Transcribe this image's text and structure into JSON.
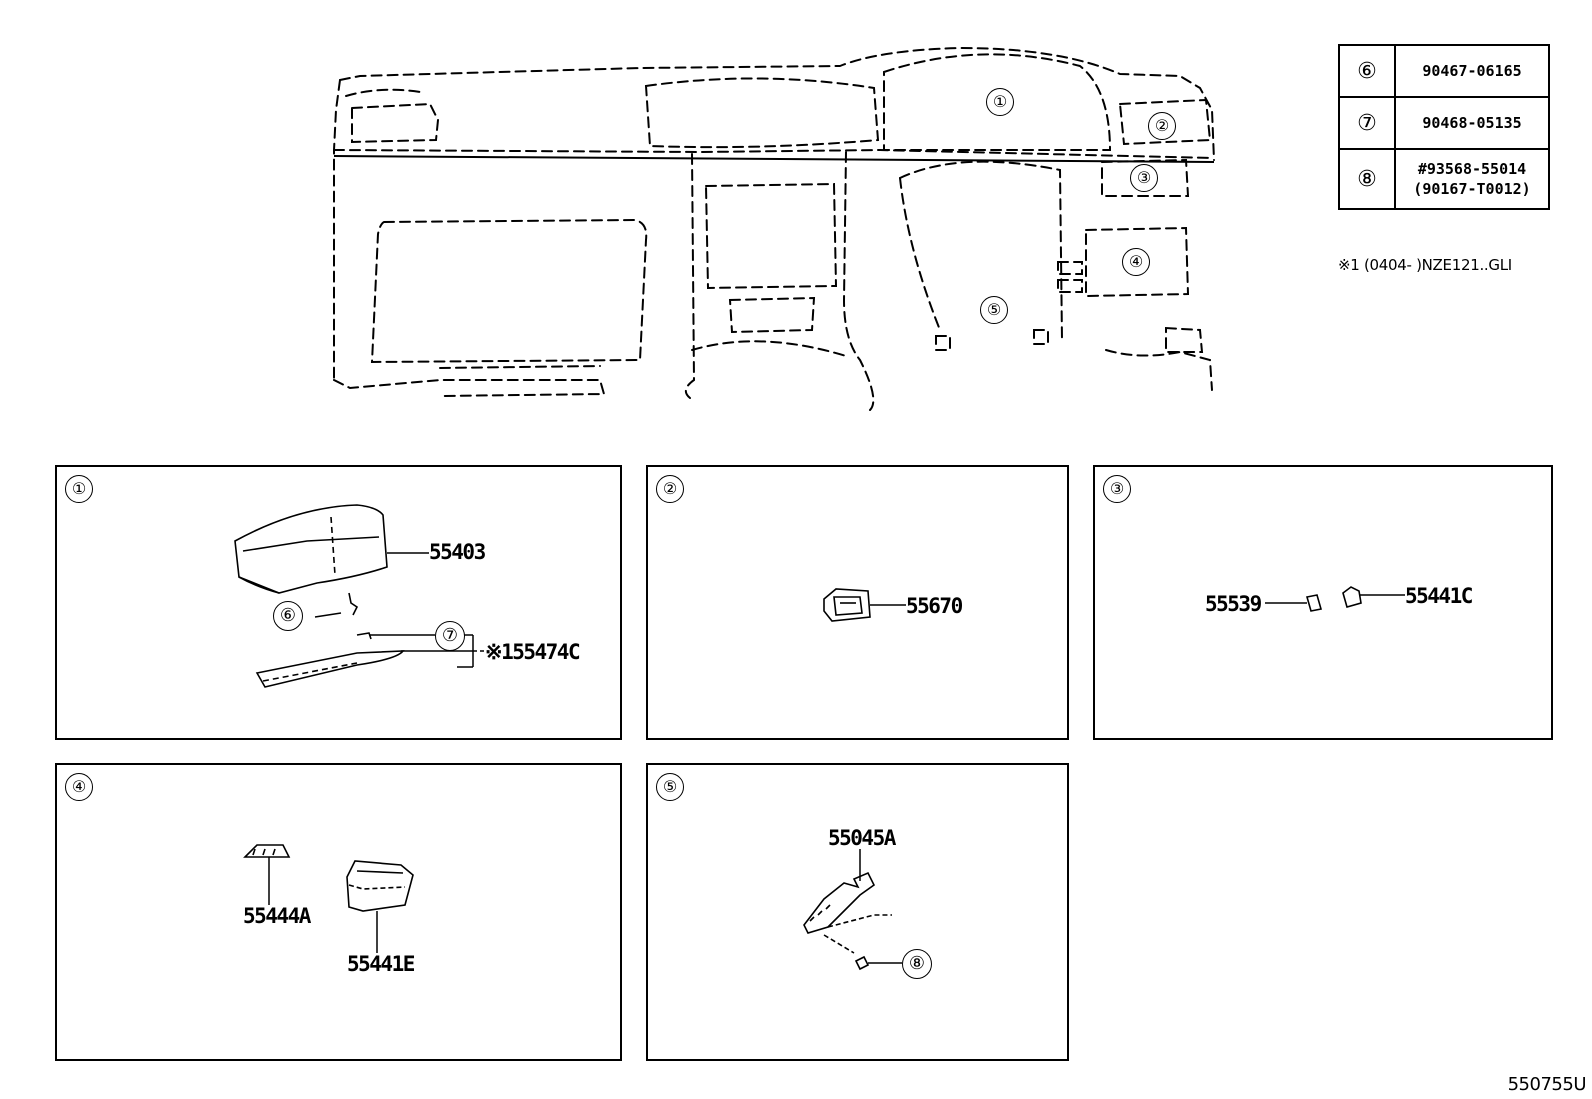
{
  "overview": {
    "callouts": [
      "①",
      "②",
      "③",
      "④",
      "⑤"
    ]
  },
  "fastener_table": [
    {
      "ref": "⑥",
      "part": "90467-06165",
      "alt": ""
    },
    {
      "ref": "⑦",
      "part": "90468-05135",
      "alt": ""
    },
    {
      "ref": "⑧",
      "part": "#93568-55014",
      "alt": "(90167-T0012)"
    }
  ],
  "note": "※1 (0404-    )NZE121..GLI",
  "panels": [
    {
      "label": "①",
      "parts": [
        "55403",
        "⑥",
        "⑦",
        "※155474C"
      ]
    },
    {
      "label": "②",
      "parts": [
        "55670"
      ]
    },
    {
      "label": "③",
      "parts": [
        "55539",
        "55441C"
      ]
    },
    {
      "label": "④",
      "parts": [
        "55444A",
        "55441E"
      ]
    },
    {
      "label": "⑤",
      "parts": [
        "55045A",
        "⑧"
      ]
    }
  ],
  "diagram_id": "550755U"
}
